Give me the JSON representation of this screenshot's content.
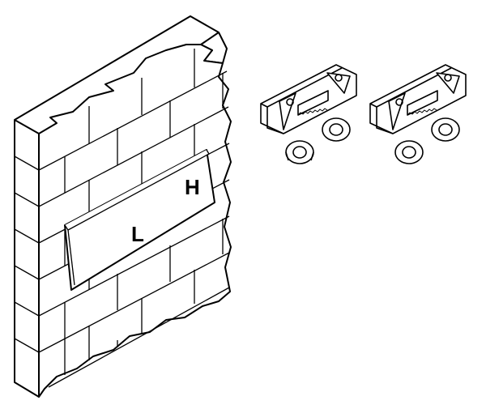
{
  "diagram": {
    "panel_labels": {
      "height": "H",
      "length": "L"
    },
    "parts": [
      "wall",
      "panel",
      "mounting-bracket",
      "mounting-bracket",
      "spacer",
      "spacer",
      "spacer",
      "spacer"
    ]
  }
}
